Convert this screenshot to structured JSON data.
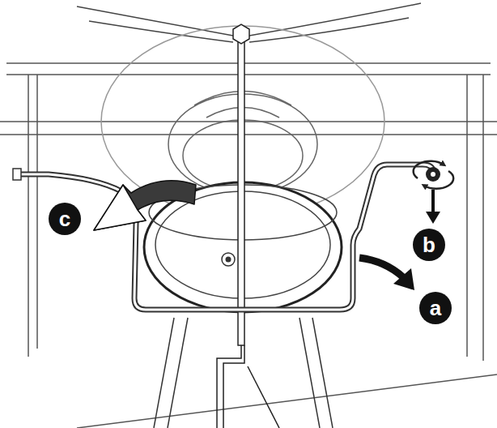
{
  "diagram": {
    "labels": [
      "c",
      "b",
      "a"
    ]
  }
}
